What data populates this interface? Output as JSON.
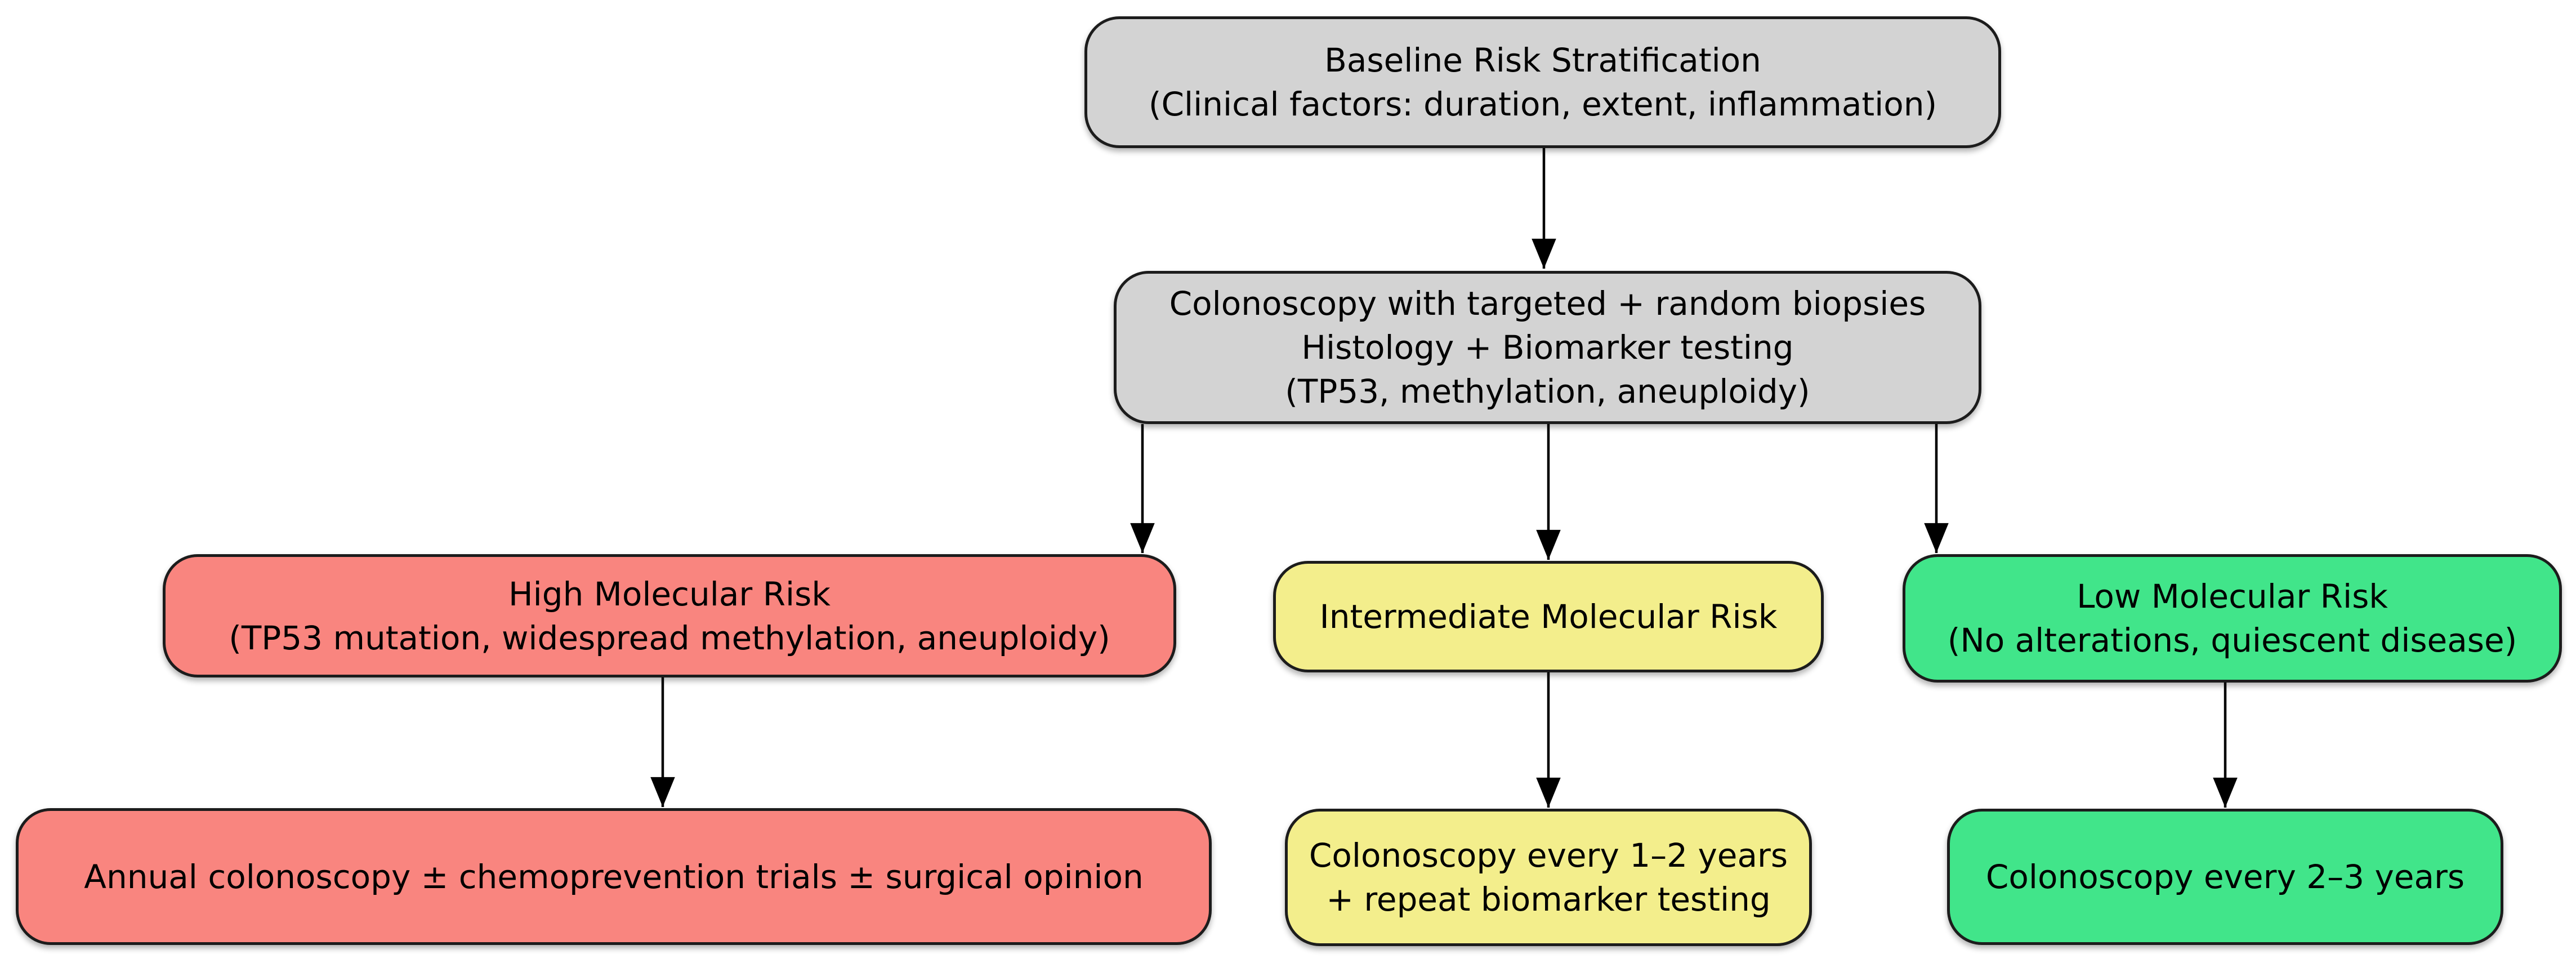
{
  "diagram": {
    "background": "#ffffff",
    "edge_color": "#000000",
    "text_color": "#000000",
    "node_border_color": "#1c1c1c",
    "nodes": {
      "baseline": {
        "label": "Baseline Risk Stratification\n(Clinical factors: duration, extent, inflammation)",
        "fill": "#d3d3d3"
      },
      "workup": {
        "label": "Colonoscopy with targeted + random biopsies\nHistology + Biomarker testing\n(TP53, methylation, aneuploidy)",
        "fill": "#d3d3d3"
      },
      "high_risk": {
        "label": "High Molecular Risk\n(TP53 mutation, widespread methylation, aneuploidy)",
        "fill": "#f9857f"
      },
      "intermediate_risk": {
        "label": "Intermediate Molecular Risk",
        "fill": "#f3ee8c"
      },
      "low_risk": {
        "label": "Low Molecular Risk\n(No alterations, quiescent disease)",
        "fill": "#41e58a"
      },
      "high_action": {
        "label": "Annual colonoscopy ± chemoprevention trials ± surgical opinion",
        "fill": "#f9857f"
      },
      "intermediate_action": {
        "label": "Colonoscopy every 1–2 years\n+ repeat biomarker testing",
        "fill": "#f3ee8c"
      },
      "low_action": {
        "label": "Colonoscopy every 2–3 years",
        "fill": "#41e58a"
      }
    },
    "edges": [
      {
        "from": "baseline",
        "to": "workup"
      },
      {
        "from": "workup",
        "to": "high_risk"
      },
      {
        "from": "workup",
        "to": "intermediate_risk"
      },
      {
        "from": "workup",
        "to": "low_risk"
      },
      {
        "from": "high_risk",
        "to": "high_action"
      },
      {
        "from": "intermediate_risk",
        "to": "intermediate_action"
      },
      {
        "from": "low_risk",
        "to": "low_action"
      }
    ]
  }
}
